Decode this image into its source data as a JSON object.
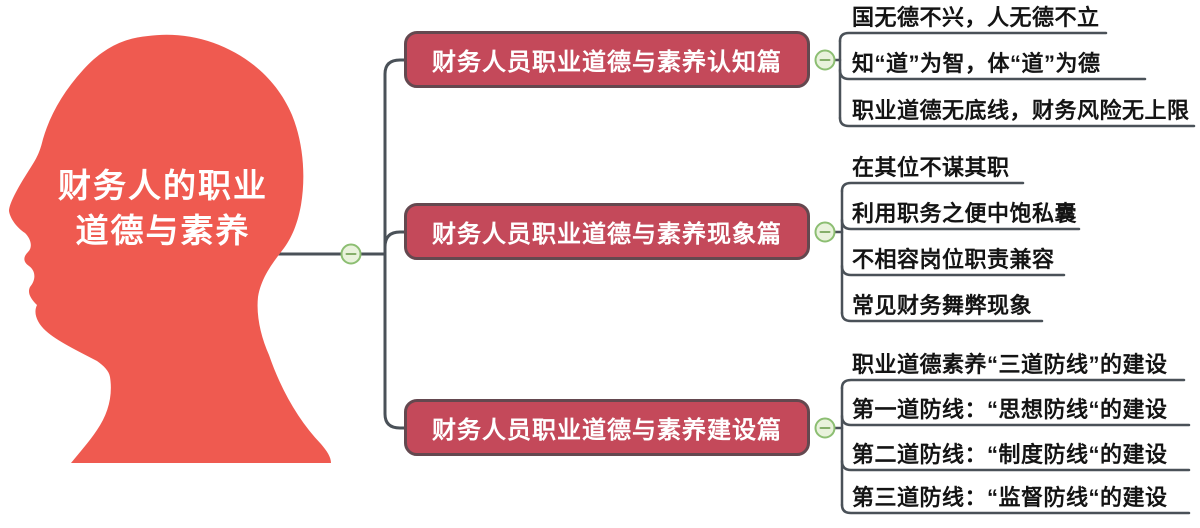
{
  "root": {
    "title_lines": [
      "财务人的职业",
      "道德与素养"
    ]
  },
  "branches": [
    {
      "label": "财务人员职业道德与素养认知篇",
      "leaves": [
        "国无德不兴，人无德不立",
        "知“道”为智，体“道”为德",
        "职业道德无底线，财务风险无上限"
      ]
    },
    {
      "label": "财务人员职业道德与素养现象篇",
      "leaves": [
        "在其位不谋其职",
        "利用职务之便中饱私囊",
        "不相容岗位职责兼容",
        "常见财务舞弊现象"
      ]
    },
    {
      "label": "财务人员职业道德与素养建设篇",
      "leaves": [
        "职业道德素养“三道防线”的建设",
        "第一道防线：“思想防线“的建设",
        "第二道防线：“制度防线“的建设",
        "第三道防线：“监督防线“的建设"
      ]
    }
  ],
  "icons": {
    "toggle": "collapse-minus"
  },
  "colors": {
    "head-fill": "#EF5A50",
    "branch-fill": "#C4495A",
    "branch-border": "#64484F",
    "branch-text": "#FFFFFF",
    "root-text": "#FFFFFF",
    "leaf-text": "#141414",
    "connector": "#4A5158",
    "toggle-fill": "#E9F2DC",
    "toggle-border": "#8CBE72",
    "toggle-glyph": "#85AE6A"
  }
}
